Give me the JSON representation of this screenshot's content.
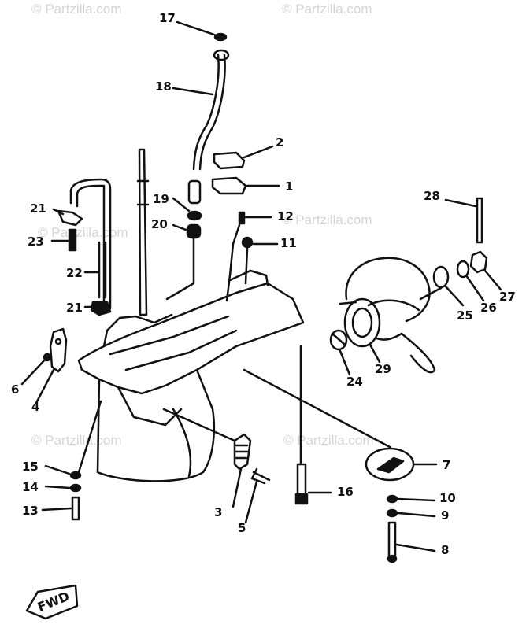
{
  "watermark": "© Partzilla.com",
  "forward_marker": "FWD",
  "callouts": {
    "c1": "1",
    "c2": "2",
    "c3": "3",
    "c4": "4",
    "c5": "5",
    "c6": "6",
    "c7": "7",
    "c8": "8",
    "c9": "9",
    "c10": "10",
    "c11": "11",
    "c12": "12",
    "c13": "13",
    "c14": "14",
    "c15": "15",
    "c16": "16",
    "c17": "17",
    "c18": "18",
    "c19": "19",
    "c20": "20",
    "c21a": "21",
    "c21b": "21",
    "c22": "22",
    "c23": "23",
    "c24": "24",
    "c25": "25",
    "c26": "26",
    "c27": "27",
    "c28": "28",
    "c29": "29"
  },
  "colors": {
    "ink": "#111111",
    "watermark": "#d4d4d4",
    "background": "#ffffff"
  }
}
